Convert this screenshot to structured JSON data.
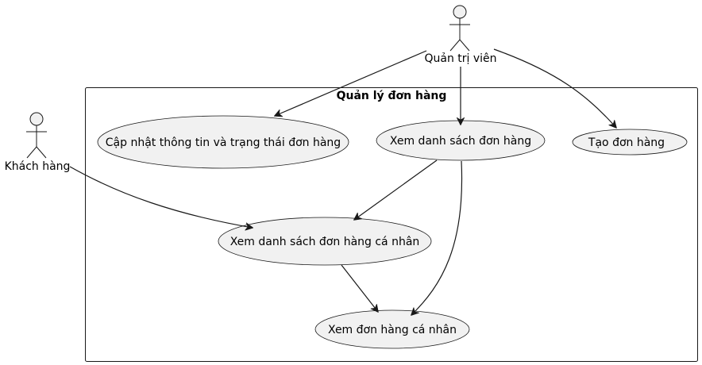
{
  "system": {
    "title": "Quản lý đơn hàng"
  },
  "actors": [
    {
      "id": "admin",
      "label": "Quản trị viên"
    },
    {
      "id": "customer",
      "label": "Khách hàng"
    }
  ],
  "use_cases": [
    {
      "id": "update",
      "label": "Cập nhật thông tin và trạng thái đơn hàng"
    },
    {
      "id": "view_list",
      "label": "Xem danh sách đơn hàng"
    },
    {
      "id": "create",
      "label": "Tạo đơn hàng"
    },
    {
      "id": "view_personal_list",
      "label": "Xem danh sách đơn hàng cá nhân"
    },
    {
      "id": "view_personal",
      "label": "Xem đơn hàng cá nhân"
    }
  ],
  "relations": [
    {
      "from": "admin",
      "to": "update"
    },
    {
      "from": "admin",
      "to": "view_list"
    },
    {
      "from": "admin",
      "to": "create"
    },
    {
      "from": "customer",
      "to": "view_personal_list"
    },
    {
      "from": "view_list",
      "to": "view_personal_list"
    },
    {
      "from": "view_list",
      "to": "view_personal"
    },
    {
      "from": "view_personal_list",
      "to": "view_personal"
    }
  ]
}
